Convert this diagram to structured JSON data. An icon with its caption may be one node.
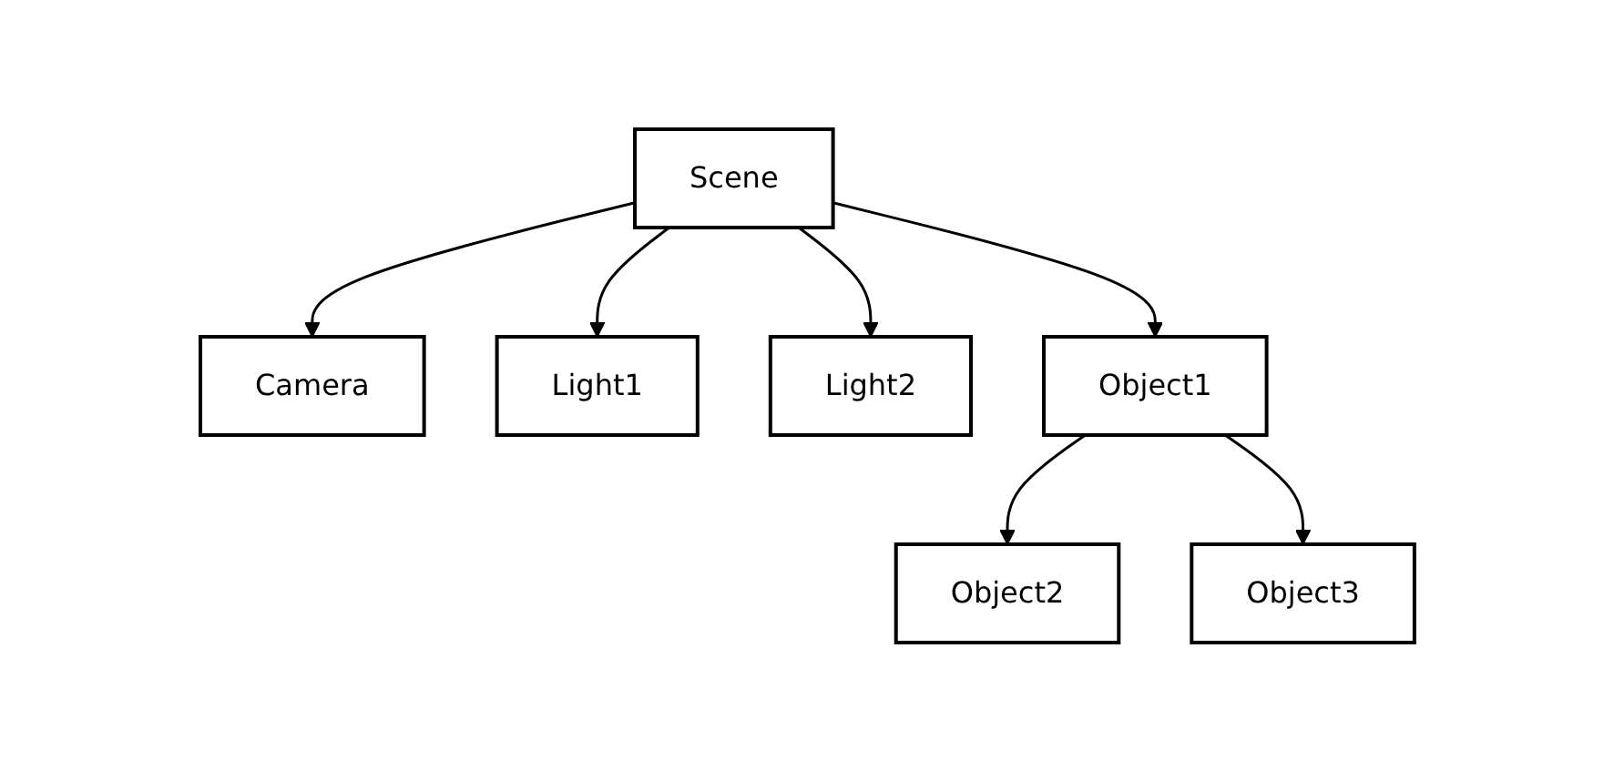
{
  "diagram": {
    "nodes": [
      {
        "text": [
          "Scene"
        ]
      },
      {
        "text": [
          "Camera"
        ]
      },
      {
        "text": [
          "Light1"
        ]
      },
      {
        "text": [
          "Light2"
        ]
      },
      {
        "text": [
          "Object1"
        ]
      },
      {
        "text": [
          "Object2"
        ]
      },
      {
        "text": [
          "Object3"
        ]
      }
    ],
    "edges": [
      {
        "from": 0,
        "to": 1,
        "arrow": "to"
      },
      {
        "from": 0,
        "to": 2,
        "arrow": "to"
      },
      {
        "from": 0,
        "to": 3,
        "arrow": "to"
      },
      {
        "from": 0,
        "to": 4,
        "arrow": "to"
      },
      {
        "from": 4,
        "to": 5,
        "arrow": "to"
      },
      {
        "from": 4,
        "to": 6,
        "arrow": "to"
      }
    ]
  }
}
